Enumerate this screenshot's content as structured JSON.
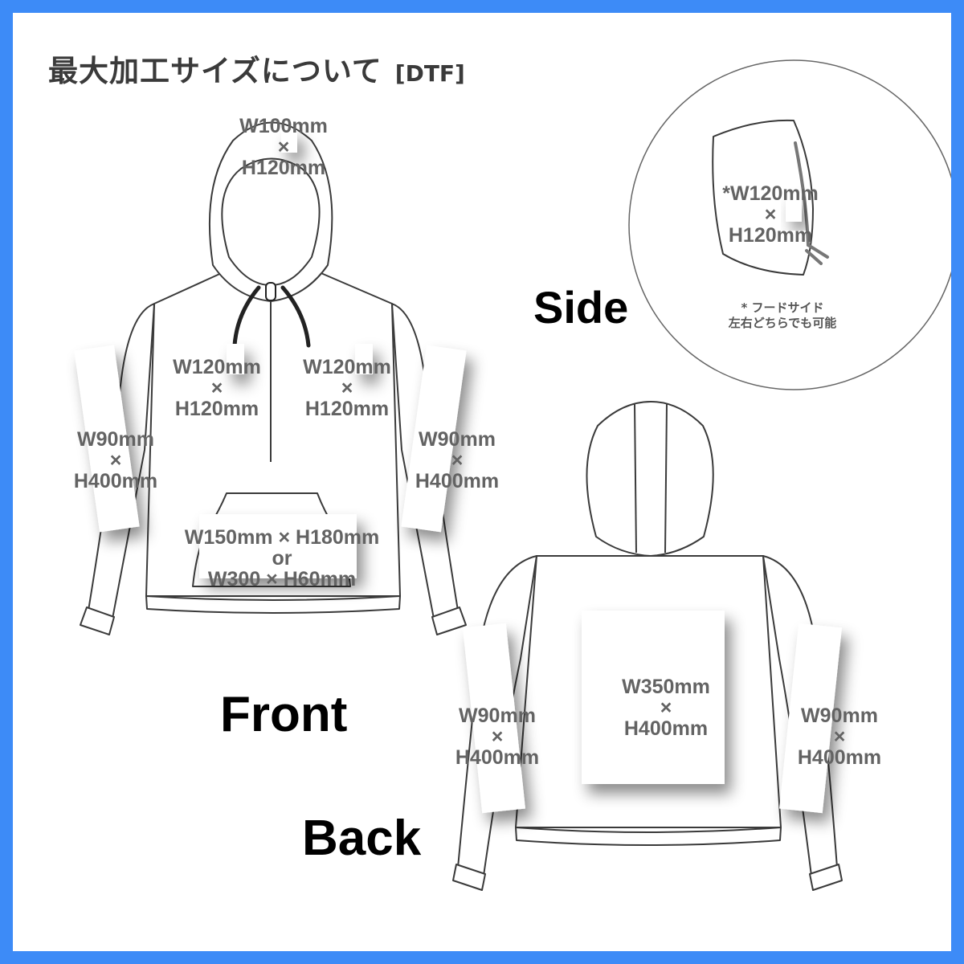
{
  "header": {
    "title": "最大加工サイズについて",
    "tag": "[DTF]"
  },
  "views": {
    "front": "Front",
    "back": "Back",
    "side": "Side"
  },
  "labels": {
    "hood": {
      "w": "W100mm",
      "x": "×",
      "h": "H120mm"
    },
    "chest_left": {
      "w": "W120mm",
      "x": "×",
      "h": "H120mm"
    },
    "chest_right": {
      "w": "W120mm",
      "x": "×",
      "h": "H120mm"
    },
    "front_sleeve_left": {
      "w": "W90mm",
      "x": "×",
      "h": "H400mm"
    },
    "front_sleeve_right": {
      "w": "W90mm",
      "x": "×",
      "h": "H400mm"
    },
    "pocket": {
      "line1": "W150mm × H180mm",
      "or": "or",
      "line2": "W300 × H60mm"
    },
    "side_hood": {
      "w": "*W120mm",
      "x": "×",
      "h": "H120mm"
    },
    "back_center": {
      "w": "W350mm",
      "x": "×",
      "h": "H400mm"
    },
    "back_sleeve_left": {
      "w": "W90mm",
      "x": "×",
      "h": "H400mm"
    },
    "back_sleeve_right": {
      "w": "W90mm",
      "x": "×",
      "h": "H400mm"
    }
  },
  "side_note": {
    "line1": "* フードサイド",
    "line2": "左右どちらでも可能"
  },
  "colors": {
    "frame": "#3d8bf7",
    "outline": "#3a3a3a",
    "label": "#636363"
  }
}
